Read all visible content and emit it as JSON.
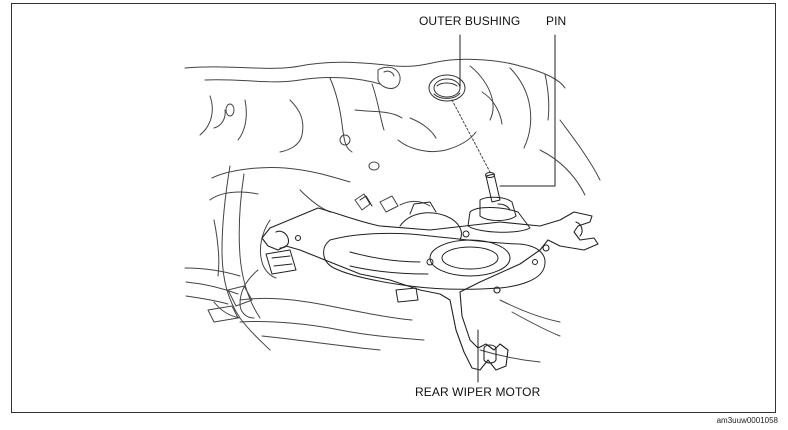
{
  "callouts": {
    "outer_bushing": "OUTER BUSHING",
    "pin": "PIN",
    "rear_wiper_motor": "REAR WIPER MOTOR"
  },
  "figure_id": "am3uuw0001058"
}
